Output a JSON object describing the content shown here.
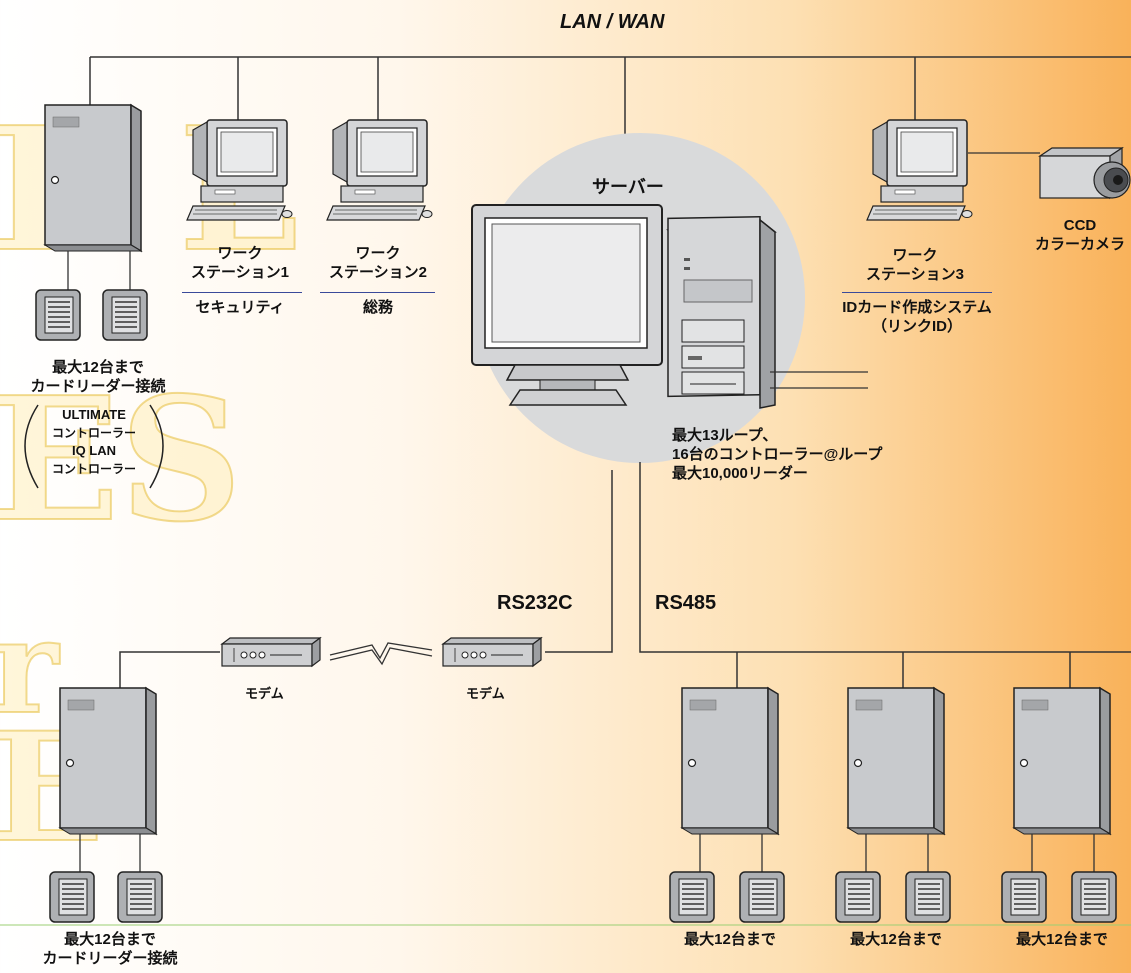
{
  "network": {
    "label": "LAN / WAN"
  },
  "server": {
    "label": "サーバー",
    "notes": [
      "最大13ループ、",
      "16台のコントローラー@ループ",
      "最大10,000リーダー"
    ]
  },
  "workstations": [
    {
      "name_l1": "ワーク",
      "name_l2": "ステーション1",
      "role": "セキュリティ"
    },
    {
      "name_l1": "ワーク",
      "name_l2": "ステーション2",
      "role": "総務"
    },
    {
      "name_l1": "ワーク",
      "name_l2": "ステーション3",
      "role": "IDカード作成システム",
      "role_l2": "（リンクID）"
    }
  ],
  "camera": {
    "l1": "CCD",
    "l2": "カラーカメラ"
  },
  "panel_top": {
    "l1": "最大12台まで",
    "l2": "カードリーダー接続",
    "c1": "ULTIMATE",
    "c2": "コントローラー",
    "c3": "IQ LAN",
    "c4": "コントローラー"
  },
  "links": {
    "rs232c": "RS232C",
    "rs485": "RS485"
  },
  "modem": {
    "left": "モデム",
    "right": "モデム"
  },
  "panel_bottom_left": {
    "l1": "最大12台まで",
    "l2": "カードリーダー接続"
  },
  "panel_bottom_right": [
    "最大12台まで",
    "最大12台まで",
    "最大12台まで"
  ],
  "colors": {
    "panel": "#c8cacd",
    "line": "#333333",
    "server_circle": "#d9dadb",
    "accent": "#3a4a9a"
  }
}
